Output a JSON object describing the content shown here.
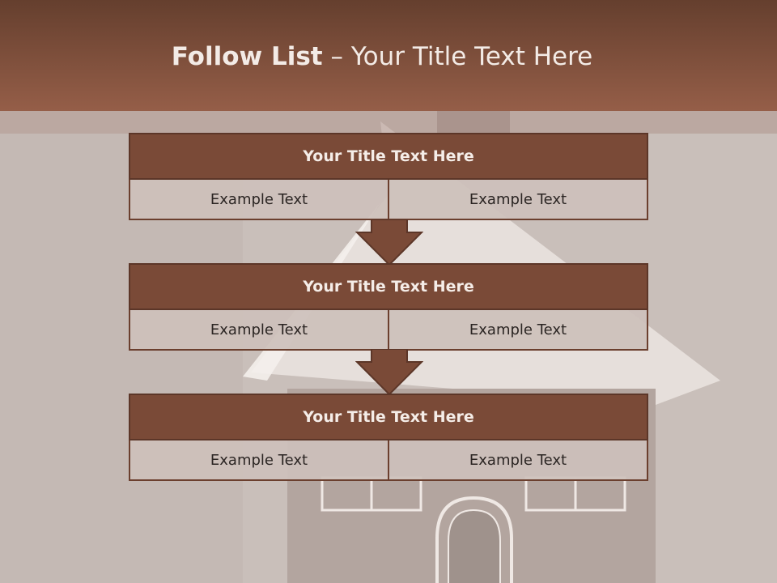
{
  "slide": {
    "title_bold": "Follow List",
    "title_dash": " – ",
    "title_rest": "Your Title Text Here"
  },
  "blocks": [
    {
      "title": "Your Title Text Here",
      "left": "Example Text",
      "right": "Example Text"
    },
    {
      "title": "Your Title Text Here",
      "left": "Example Text",
      "right": "Example Text"
    },
    {
      "title": "Your Title Text Here",
      "left": "Example Text",
      "right": "Example Text"
    }
  ],
  "arrows": [
    {
      "icon": "arrow-down-icon"
    },
    {
      "icon": "arrow-down-icon"
    }
  ],
  "background": {
    "image": "house-icon"
  },
  "colors": {
    "header_top": "#653f2e",
    "header_bottom": "#955e48",
    "block_title": "#7a4a37",
    "block_border": "#5c3628",
    "arrow_fill": "#7a4a37",
    "cell_bg": "#cdc0bb"
  }
}
